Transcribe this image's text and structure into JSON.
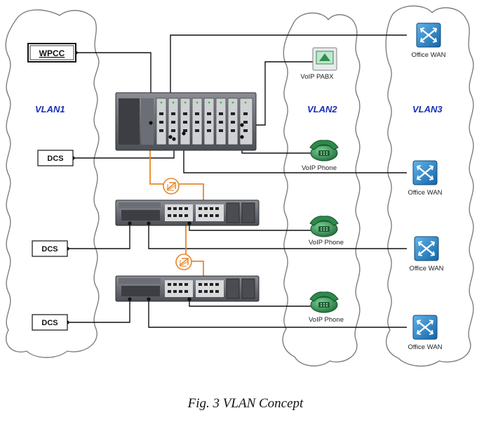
{
  "vlans": [
    {
      "label": "VLAN1"
    },
    {
      "label": "VLAN2"
    },
    {
      "label": "VLAN3"
    }
  ],
  "devices": {
    "wpcc": "WPCC",
    "dcs": [
      "DCS",
      "DCS",
      "DCS"
    ],
    "voip_pabx": "VoIP PABX",
    "voip_phones": [
      "VoIP Phone",
      "VoIP Phone",
      "VoIP Phone"
    ],
    "office_wan": [
      "Office WAN",
      "Office WAN",
      "Office WAN",
      "Office WAN"
    ]
  },
  "caption": "Fig. 3 VLAN Concept",
  "colors": {
    "vlan_text": "#1b2fb5",
    "cable": "#111111",
    "fiber": "#e8872a",
    "wan_icon": "#1f7fc1",
    "phone": "#2f8f4e",
    "switch_body": "#5e6168"
  }
}
